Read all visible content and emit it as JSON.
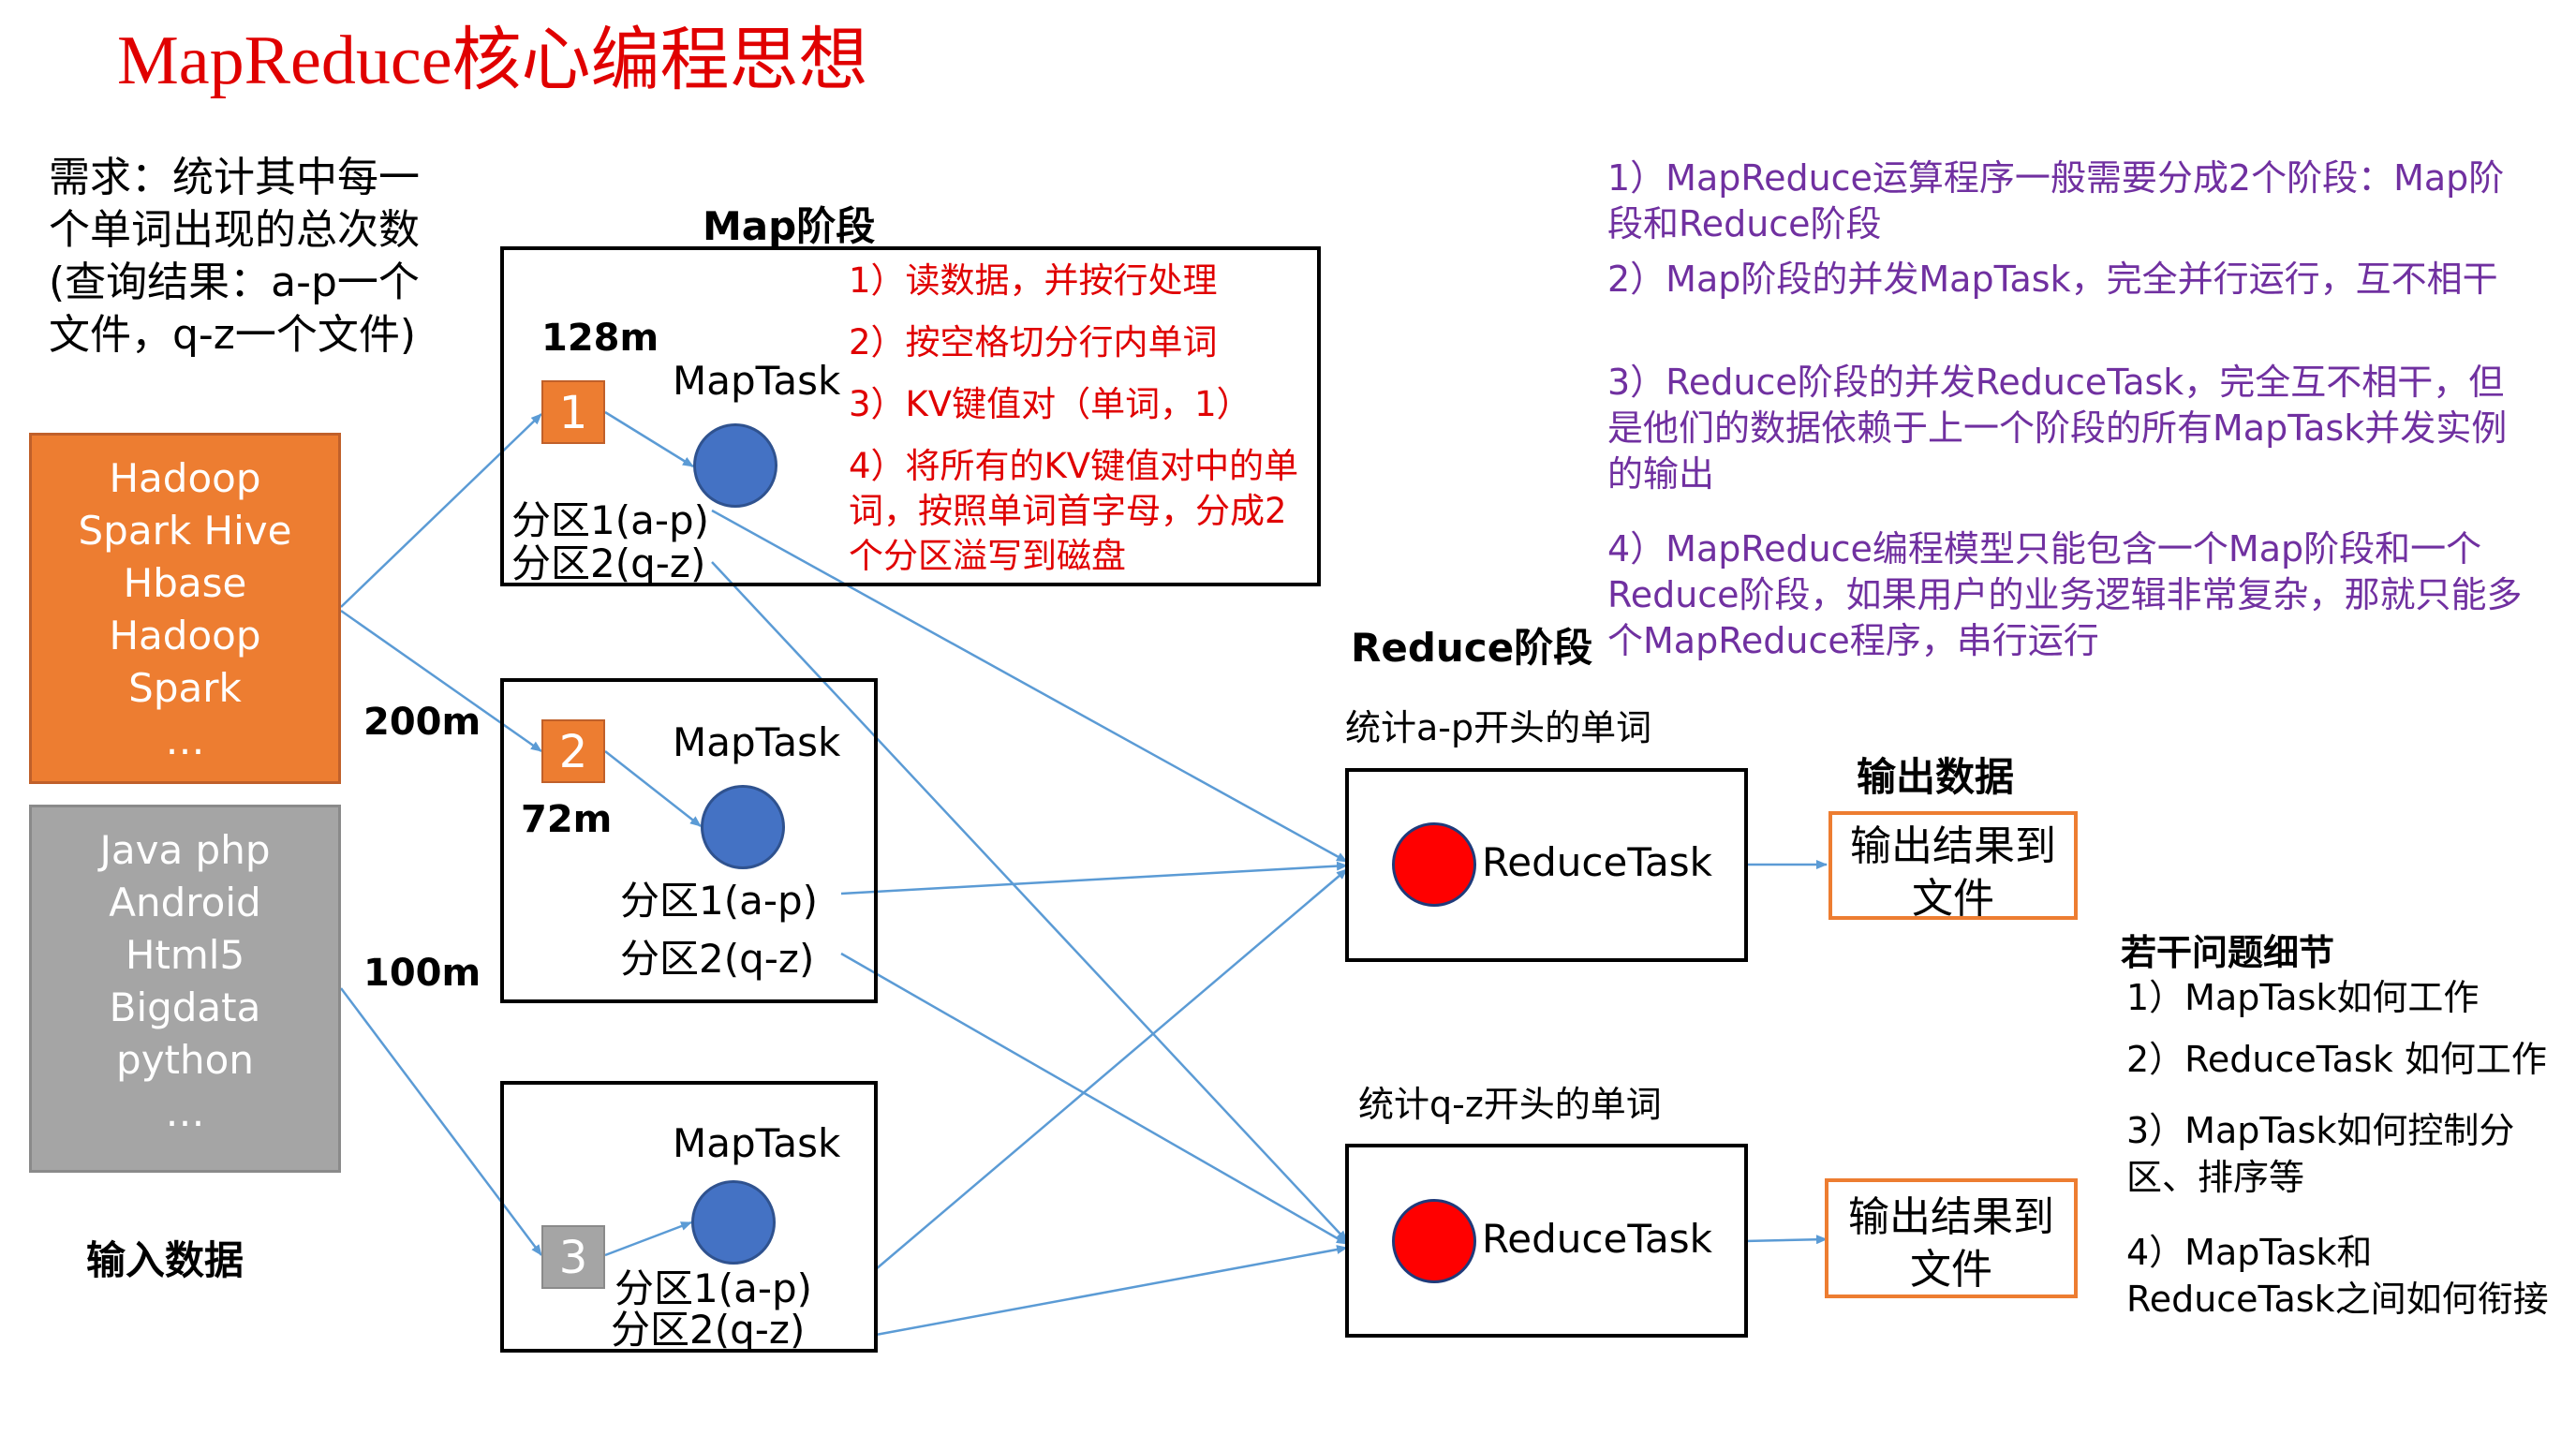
{
  "title": "MapReduce核心编程思想",
  "requirement": "需求：统计其中每一个单词出现的总次数(查询结果：a-p一个文件，q-z一个文件)",
  "input_files": {
    "file1": [
      "Hadoop",
      "Spark Hive",
      "Hbase",
      "Hadoop",
      "Spark",
      "…"
    ],
    "file2": [
      "Java php",
      "Android",
      "Html5",
      "Bigdata",
      "python",
      "…"
    ]
  },
  "input_label": "输入数据",
  "sizes": {
    "s1": "128m",
    "s2": "200m",
    "s3": "72m",
    "s4": "100m"
  },
  "map_stage_label": "Map阶段",
  "reduce_stage_label": "Reduce阶段",
  "map_task_label": "MapTask",
  "reduce_task_label": "ReduceTask",
  "split_numbers": [
    "1",
    "2",
    "3"
  ],
  "partition1": "分区1(a-p)",
  "partition2": "分区2(q-z)",
  "map_steps": [
    "1）读数据，并按行处理",
    "2）按空格切分行内单词",
    "3）KV键值对（单词，1）",
    "4）将所有的KV键值对中的单词，按照单词首字母，分成2个分区溢写到磁盘"
  ],
  "reduce_labels": {
    "ap": "统计a-p开头的单词",
    "qz": "统计q-z开头的单词"
  },
  "output_label": "输出数据",
  "output_box": "输出结果到文件",
  "notes": [
    "1）MapReduce运算程序一般需要分成2个阶段：Map阶段和Reduce阶段",
    "2）Map阶段的并发MapTask，完全并行运行，互不相干",
    "3）Reduce阶段的并发ReduceTask，完全互不相干，但是他们的数据依赖于上一个阶段的所有MapTask并发实例的输出",
    "4）MapReduce编程模型只能包含一个Map阶段和一个Reduce阶段，如果用户的业务逻辑非常复杂，那就只能多个MapReduce程序，串行运行"
  ],
  "details_title": "若干问题细节",
  "details": [
    "1）MapTask如何工作",
    "2）ReduceTask 如何工作",
    "3）MapTask如何控制分区、排序等",
    "4）MapTask和ReduceTask之间如何衔接"
  ],
  "colors": {
    "title": "#e00000",
    "orange": "#ed7d31",
    "gray": "#a5a5a5",
    "blue": "#4472c4",
    "red": "#ff0000",
    "purple": "#7030a0",
    "arrow": "#5b9bd5"
  }
}
